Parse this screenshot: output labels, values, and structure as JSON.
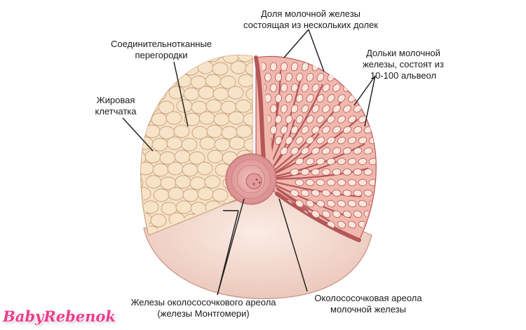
{
  "labels": {
    "lobe": [
      "Доля молочной железы",
      "состоящая из нескольких долек"
    ],
    "lobules": [
      "Дольки молочной",
      "железы, состоят из",
      "10-100 альвеол"
    ],
    "septa": [
      "Соединительнотканные",
      "перегородки"
    ],
    "fat": [
      "Жировая",
      "клетчатка"
    ],
    "montgomery": [
      "Железы околососочкового ареола",
      "(железы Монтгомери)"
    ],
    "areola": [
      "Околососочковая ареола",
      "молочной железы"
    ]
  },
  "watermark": "BabyRebenok",
  "colors": {
    "fat_fill": "#f6e3c8",
    "fat_stroke": "#c9a07a",
    "skin": "#f4d8cc",
    "gland_bg": "#f1b8ad",
    "duct": "#b5575a",
    "alveoli": "#fbe6dc",
    "areola": "#e9a7a4",
    "leader": "#1a1a1a",
    "watermark": "#ec3d8e"
  }
}
